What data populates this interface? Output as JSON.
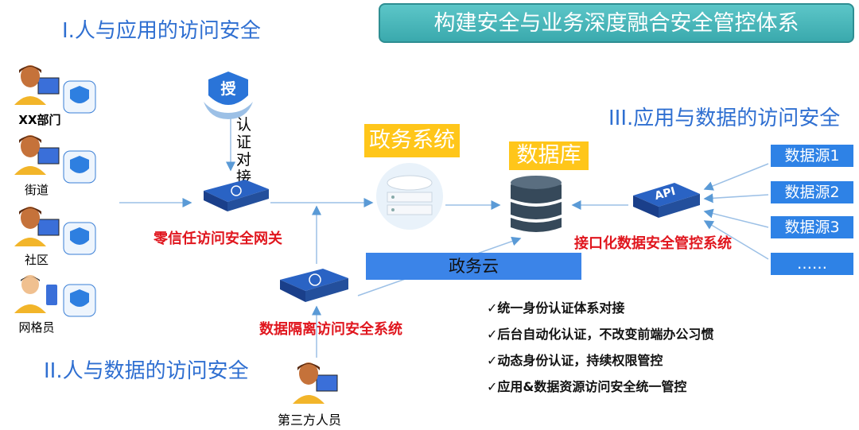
{
  "title": "构建安全与业务深度融合安全管控体系",
  "sections": {
    "s1": "I.人与应用的访问安全",
    "s2": "II.人与数据的访问安全",
    "s3": "III.应用与数据的访问安全"
  },
  "users": [
    "XX部门",
    "街道",
    "社区",
    "网格员"
  ],
  "third_party": "第三方人员",
  "auth_badge": "授",
  "auth_label": "认证对接",
  "gateway_label": "零信任访问安全网关",
  "isolation_label": "数据隔离访问安全系统",
  "gov_system": "政务系统",
  "database": "数据库",
  "api_text": "API",
  "api_label": "接口化数据安全管控系统",
  "gov_cloud": "政务云",
  "data_sources": [
    "数据源1",
    "数据源2",
    "数据源3",
    "……"
  ],
  "bullets": [
    "✓统一身份认证体系对接",
    "✓后台自动化认证，不改变前端办公习惯",
    "✓动态身份认证，持续权限管控",
    "✓应用&数据资源访问安全统一管控"
  ],
  "colors": {
    "title_bg": "#3aa9ad",
    "section_blue": "#2f6fd1",
    "label_red": "#e0161e",
    "box_yellow": "#ffc61a",
    "button_blue": "#2e82e6"
  }
}
